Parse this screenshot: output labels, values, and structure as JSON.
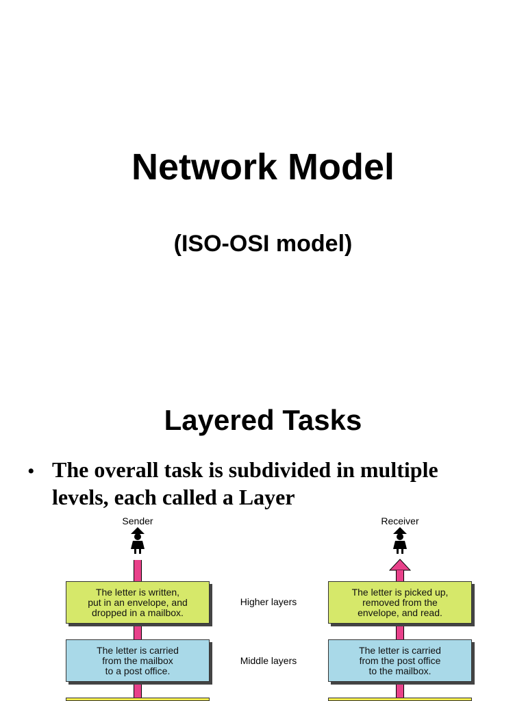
{
  "title": "Network Model",
  "subtitle": "(ISO-OSI model)",
  "section_heading": "Layered Tasks",
  "bullet": {
    "marker": "•",
    "line1": "The overall task is subdivided in multiple",
    "line2": "levels, each called a Layer"
  },
  "diagram": {
    "sender_label": "Sender",
    "receiver_label": "Receiver",
    "layers": [
      {
        "name": "Higher layers",
        "sender_text": "The letter is written,\nput in an envelope, and\ndropped in a mailbox.",
        "receiver_text": "The letter is picked up,\nremoved from the\nenvelope, and read.",
        "color": "#d6e86a"
      },
      {
        "name": "Middle layers",
        "sender_text": "The letter is carried\nfrom the mailbox\nto a post office.",
        "receiver_text": "The letter is carried\nfrom the post office\nto the mailbox.",
        "color": "#a9d9e8"
      }
    ],
    "pipe_color": "#e8418a"
  }
}
